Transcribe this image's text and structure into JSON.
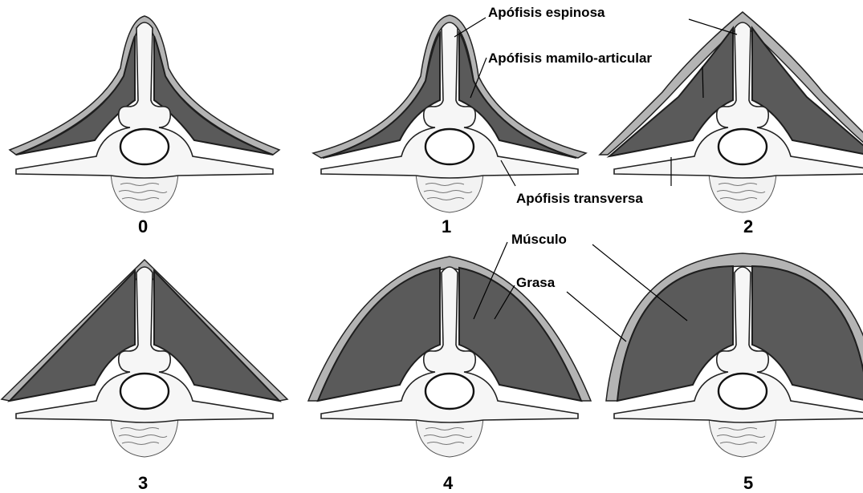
{
  "stages": [
    {
      "id": "0",
      "label": "0"
    },
    {
      "id": "1",
      "label": "1"
    },
    {
      "id": "2",
      "label": "2"
    },
    {
      "id": "3",
      "label": "3"
    },
    {
      "id": "4",
      "label": "4"
    },
    {
      "id": "5",
      "label": "5"
    }
  ],
  "annotations": {
    "spinous": "Apófisis espinosa",
    "mamillo_articular": "Apófisis mamilo-articular",
    "transverse": "Apófisis transversa",
    "muscle": "Músculo",
    "fat": "Grasa"
  },
  "colors": {
    "muscle": "#5a5a5a",
    "fat": "#b4b4b4",
    "bone": "#f6f6f6"
  }
}
